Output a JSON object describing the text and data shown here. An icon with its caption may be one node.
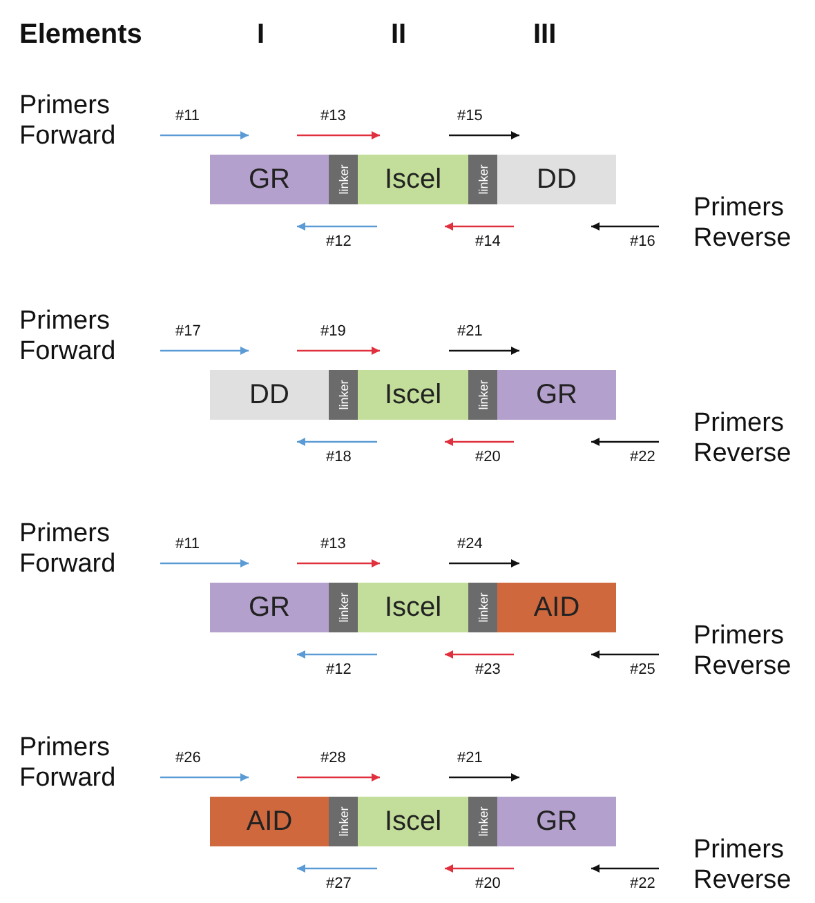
{
  "diagram": {
    "nodes": [
      {
        "text": [
          "GR"
        ]
      },
      {
        "text": [
          "linker"
        ]
      },
      {
        "text": [
          "Iscel"
        ]
      },
      {
        "text": [
          "linker"
        ]
      },
      {
        "text": [
          "DD"
        ]
      },
      {
        "text": [
          "DD"
        ]
      },
      {
        "text": [
          "linker"
        ]
      },
      {
        "text": [
          "Iscel"
        ]
      },
      {
        "text": [
          "linker"
        ]
      },
      {
        "text": [
          "GR"
        ]
      },
      {
        "text": [
          "GR"
        ]
      },
      {
        "text": [
          "linker"
        ]
      },
      {
        "text": [
          "Iscel"
        ]
      },
      {
        "text": [
          "linker"
        ]
      },
      {
        "text": [
          "AID"
        ]
      },
      {
        "text": [
          "AID"
        ]
      },
      {
        "text": [
          "linker"
        ]
      },
      {
        "text": [
          "Iscel"
        ]
      },
      {
        "text": [
          "linker"
        ]
      },
      {
        "text": [
          "GR"
        ]
      }
    ],
    "edges": [],
    "labels": [
      "Elements",
      "I",
      "II",
      "III",
      "Primers Forward",
      "#11",
      "#13",
      "#15",
      "#12",
      "#14",
      "#16",
      "Primers Reverse",
      "Primers Forward",
      "#17",
      "#19",
      "#21",
      "#18",
      "#20",
      "#22",
      "Primers Reverse",
      "Primers Forward",
      "#11",
      "#13",
      "#24",
      "#12",
      "#23",
      "#25",
      "Primers Reverse",
      "Primers Forward",
      "#26",
      "#28",
      "#21",
      "#27",
      "#20",
      "#22",
      "Primers Reverse"
    ]
  }
}
